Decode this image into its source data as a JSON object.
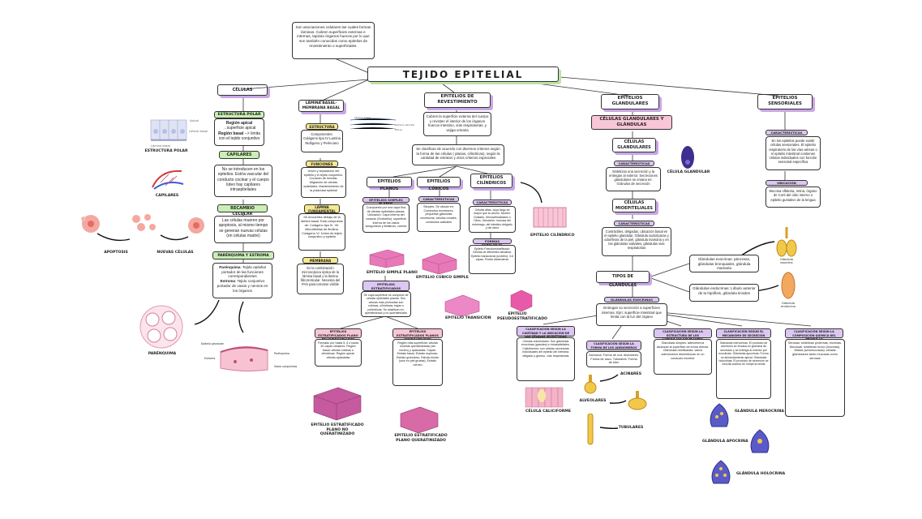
{
  "colors": {
    "purple": "#c9a6e6",
    "green": "#b9e3a6",
    "yellow": "#f3e38b",
    "pink": "#f5b8c8",
    "line": "#333333"
  },
  "title": "TEJIDO EPITELIAL",
  "intro": "Son asociaciones celulares las cuales forman láminas. Cubren superficies externas e internas, tapizan órganos huecos por lo que son también conocidos como epitelios de revestimiento o superficiales.",
  "celulas": {
    "header": "Células",
    "polar": "Estructura polar",
    "polar_text_a": "Región apical",
    "polar_text_b": "→superficie apical",
    "polar_text_c": "Región basal",
    "polar_text_d": "--> limita con el tejido conjuntivo",
    "img_apical": "Apical",
    "img_lateral": "Lateral basal",
    "img_lamina": "Lámina basal",
    "img_caption": "Estructura polar",
    "capilares": "Capilares",
    "capilares_text": "No se introducen en los epitelios. Estría vascular del conducto coclear y el cuerpo lúteo hay capilares intraepiteliales",
    "capilares_caption": "Capilares",
    "recambio": "Recambio celular",
    "recambio_text": "Las células mueren por apoptosis, al mismo tiempo se generan nuevas células (en células madre)",
    "apoptosis": "Apoptosis",
    "nuevas": "Nuevas células",
    "parenquima": "Parénquima y estroma",
    "parenquima_text_a": "Parénquima",
    "parenquima_text_b": ": Tejido epitelial portador de las funciones correspondientes",
    "parenquima_text_c": "Estroma",
    "parenquima_text_d": ": Tejido conjuntivo portador de vasos y nervios en los órganos",
    "parenquima_caption": "Parénquima",
    "estroma_labels": [
      "Epitelio glandular",
      "Estroma",
      "Parénquima",
      "Vasos sanguíneos"
    ]
  },
  "lamina": {
    "header": "Lámina basal- membrana basal",
    "estructura": "Estructura",
    "estructura_text": "Componentes: Colágeno tipo IV Lamina Nidógeno y Perlecano",
    "img_labels": [
      "Lámina basal",
      "Lámina reticular",
      "Fibras"
    ],
    "funciones": "Funciones",
    "funciones_text": "Unión y separación del epitelio y el tejido conjuntivo. Curación de heridas. Migración de células epiteliales. Mantenimiento de la polaridad epitelial",
    "fundamental": "Lámina fundamental",
    "fundamental_text": "Se encuentra debajo de la lámina basal. Está compuesto de: Colágeno tipo III, VII. Microfibrillas de fibrilina. Colágeno VI. Unión de tejido conjuntivo y epitelio",
    "membrana": "Membrana basal",
    "membrana_text": "Es la combinación microscópica óptica de la lámina basal y la lámina fibrorreticular. Necesita del PAS para tornarse visible"
  },
  "revestimiento": {
    "header": "Epitelios de revestimiento",
    "text": "Cubren la superficie externa del cuerpo y revisten el interior de los órganos huecos intestino, vías respiratorias, y vejiga urinaria",
    "clasif": "Se clasifican de acuerdo con diversos criterios según la forma de las células ( planas, cilíndricas), según la cantidad de estratos y otros criterios especiales",
    "planos": "Epitelios planos",
    "cubicos": "Epitelios cúbicos",
    "cilindricos": "Epitelios cilíndricos",
    "simples_planos": "Epitelios simples planos",
    "simples_planos_text": "Compuesto por una capa fina de células epiteliales planas. Ubicación: Capa interna del corazón (Endotelio), superficie interna de los vasos sanguíneos y linfáticos, córnea",
    "car_cub": "Características",
    "car_cub_text": "Simples. Se ubican en: Conductos excretores, pequeñas glándulas excretoras, túbulos renales, conductos salivales",
    "car_cil": "Características",
    "car_cil_text": "Células altas, cuya largo es mayor que su ancho. Núcleo: Ovalado. Microvellosidades o Cilios. Ubicación: mucosa del estómago, del intestino delgado y del útero",
    "formas": "Formas especiales",
    "formas_text": "Epitelio Pseudoestratificado: Células de diferentes tamaños. Epitelio transicional (urotelio): 3-6 capas. Puede distenderse",
    "estrat_planos": "Epitelios estratificados planos",
    "estrat_planos_text": "Se cuya superficie se compone de células epiteliales planas. Sus células más profundas son cúbicas, cilíndricas, bajas o poliédricas. Se clasifican en: queratinizado y no queratinizado",
    "cap_simple_plano": "Epitelio simple plano",
    "cap_cubico_simple": "Epitelio cúbico simple",
    "cap_cilindrico": "Epitelio cilíndrico",
    "cap_transicion": "Epitelio transición",
    "cap_pseudo": "Epitelio pseudoestratificado",
    "no_queratin": "Epitelios estratificados plano no queratinizado",
    "no_queratin_text": "Formado por hasta 5, 6 o hasta 20 capas celulares. Región basal: células cúbicas o cilíndricas. Región apical: células aplanadas",
    "queratin": "Epitelios estratificados planos queratinizado",
    "queratin_text": "Región más superficial: células muertas queratinizadas (sin núcleo) y aplanadas. Capas: Estrato basal, Estrato espinoso, Estrato granuloso, Estrato lúcido (solo en piel gruesa), Estrato córneo",
    "cap_no_queratin": "Epitelio estratificado plano no queratinizado",
    "cap_queratin": "Epitelio estratificado plano queratinizado"
  },
  "glandulares": {
    "header": "Epitelios glandulares",
    "sub": "Células glandulares y glándulas",
    "celulas": "Células glandulares",
    "car": "Características",
    "car_text": "Sintetizan una secreción y la entregan al exterior. Secreciones glandulares se emana en: Gránulos de secreción",
    "cap_celula": "Célula glandular",
    "mio": "Células mioepiteliales",
    "car2": "Características",
    "car2_text": "Contráctiles, delgadas, ubicación basal en el epitelio glandular. Glándula sudoríparas y odoríferas de la piel, glándula mamaria y en las glándulas salivales, glándulas vías respiratorias",
    "tipos": "Tipos de glándulas",
    "exocrinas_text": "Glándulas exocrinas: páncreas, glándulas bronquiales, glándula mamaria",
    "endocrinas_text": "Glándulas endocrinas: Lóbulo anterior de la hipófisis, glándula tiroides",
    "cap_exocrina": "Glándula exocrina",
    "cap_endocrina": "Glándula endocrina",
    "exocrinas": "Glándulas exocrinas",
    "exocrinas2_text": "Entregan su secreción a superficies internas. Ejm: superficie intestinal que limita con la luz del órgano",
    "clas1": "Clasificación según la cantidad y la ubicación de las células secretoras",
    "clas1_text": "Células unicelulares: Son glándulas exocrinas (grandes) e intraepiteliales. Caliciformes: son células secretoras individuales del epitelio del intestino delgado y grueso, vías respiratorias",
    "cap_caliciforme": "Célula caliciforme",
    "clas2": "Clasificación según la forma de los adenómeros",
    "clas2_text": "Acinosos: Forma de uva. Alveolares: Forma de saco. Tubulares: Forma de tubo",
    "cap_acinares": "Acinares",
    "cap_alveolares": "Alveolares",
    "cap_tubulares": "Tubulares",
    "clas3": "Clasificación según la estructura de los conductos excretores",
    "clas3_text": "Glándulas simples: adenómeros alcanzan la superficie de forma directa. Glándulas ramificadas: varios adenómeros desembocan en un conducto excretor",
    "clas4": "Clasificación según el mecanismo de secreción",
    "clas4_text": "Glándulas merocrinas: El producto de secreción se envasa en gránulos de secreción y se entrega al exterior por exocitosis. Glándulas apocrinas: Forma un abovedamiento apical. Glándulas holocrinas: El producto de secreción se exocita cuando se rompe la célula",
    "cap_merocrina": "Glándula merocrina",
    "cap_apocrina": "Glándula apocrina",
    "cap_holocrina": "Glándula holocrina",
    "clas5": "Clasificación según la composición química del producto",
    "clas5_text": "Serosas: sintetizan proteínas, enzimas. Mucosas: sintetizan moco (mucinas). Mixtas (seromucosas): células glandulares tanto mucosas como serosas"
  },
  "sensoriales": {
    "header": "Epitelios sensoriales",
    "car": "Características",
    "car_text": "En los epitelios puede existir células sensoriales. El epitelio respiratorio de las vías aéreas o el epitelio intestinal contienen células individuales con función sensorial específica",
    "ubicacion": "Ubicación",
    "ubicacion_text": "Mucosa olfatoria, retina, órgano de Corti del oído interno o epitelio gustativo de la lengua"
  }
}
